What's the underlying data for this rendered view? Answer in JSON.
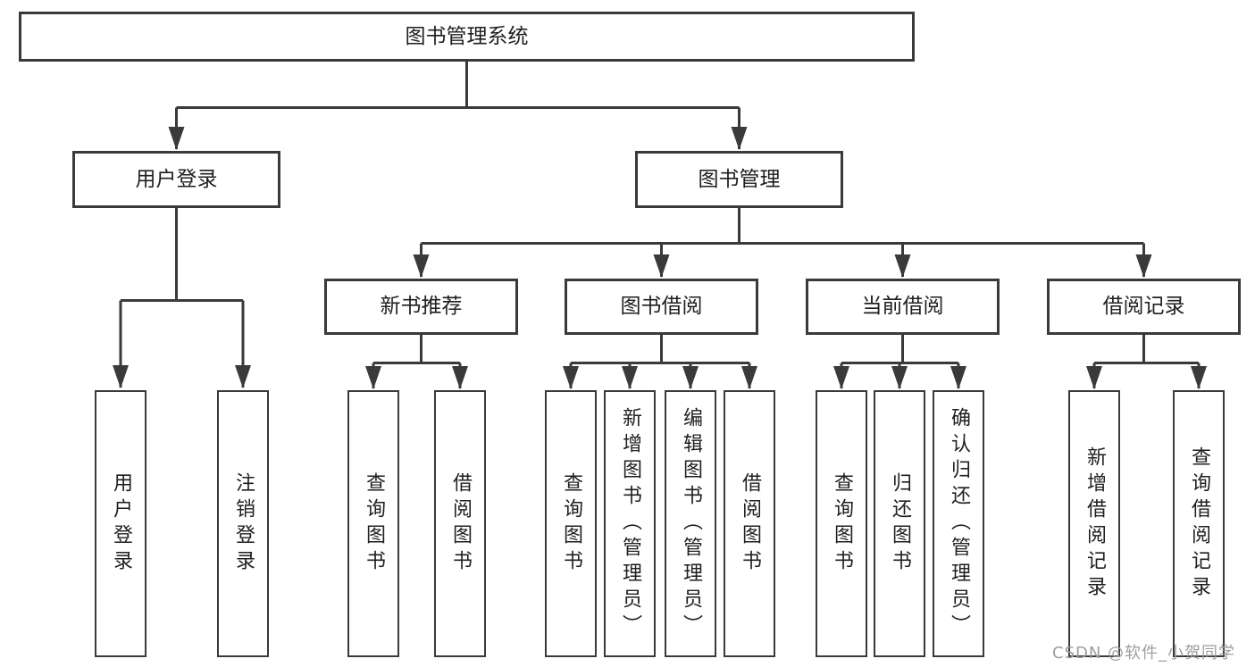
{
  "diagram_title": "图书管理系统",
  "tree": {
    "root": {
      "label": "图书管理系统"
    },
    "branches": [
      {
        "label": "用户登录",
        "children": [
          {
            "label": "用户登录"
          },
          {
            "label": "注销登录"
          }
        ]
      },
      {
        "label": "图书管理",
        "children": [
          {
            "label": "新书推荐",
            "children": [
              {
                "label": "查询图书"
              },
              {
                "label": "借阅图书"
              }
            ]
          },
          {
            "label": "图书借阅",
            "children": [
              {
                "label": "查询图书"
              },
              {
                "label": "新增图书（管理员）"
              },
              {
                "label": "编辑图书（管理员）"
              },
              {
                "label": "借阅图书"
              }
            ]
          },
          {
            "label": "当前借阅",
            "children": [
              {
                "label": "查询图书"
              },
              {
                "label": "归还图书"
              },
              {
                "label": "确认归还（管理员）"
              }
            ]
          },
          {
            "label": "借阅记录",
            "children": [
              {
                "label": "新增借阅记录"
              },
              {
                "label": "查询借阅记录"
              }
            ]
          }
        ]
      }
    ]
  },
  "watermark": "CSDN @软件_小贺同学",
  "colors": {
    "line": "#3a3a3a",
    "text": "#1f1f1f",
    "watermark": "#9e9e9e",
    "background": "#ffffff"
  }
}
